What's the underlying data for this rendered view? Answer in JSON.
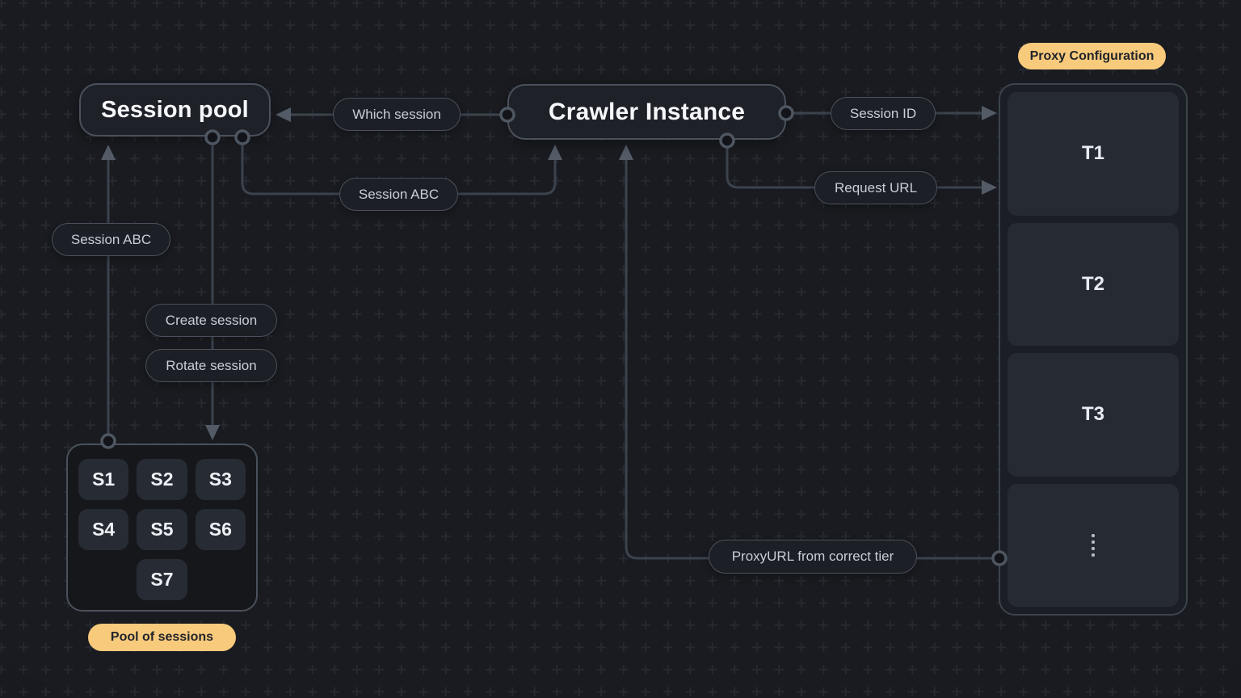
{
  "title_nodes": {
    "session_pool": "Session pool",
    "crawler_instance": "Crawler Instance"
  },
  "edge_labels": {
    "which_session": "Which session",
    "session_abc_top": "Session ABC",
    "session_id": "Session ID",
    "request_url": "Request URL",
    "session_abc_left": "Session ABC",
    "create_session": "Create session",
    "rotate_session": "Rotate session",
    "proxy_url": "ProxyURL from correct tier"
  },
  "badges": {
    "proxy_configuration": "Proxy Configuration",
    "pool_of_sessions": "Pool of sessions"
  },
  "sessions": [
    "S1",
    "S2",
    "S3",
    "S4",
    "S5",
    "S6",
    "S7"
  ],
  "proxy_tiers": [
    "T1",
    "T2",
    "T3"
  ],
  "icons": {
    "more_tiers": "vertical-ellipsis"
  },
  "colors": {
    "background": "#191b20",
    "accent_badge": "#f8ca7c",
    "line": "#3c434d",
    "arrow": "#535b66",
    "node_border": "#4a515c",
    "node_background": "#1e2127",
    "tile_background": "#262b33"
  }
}
